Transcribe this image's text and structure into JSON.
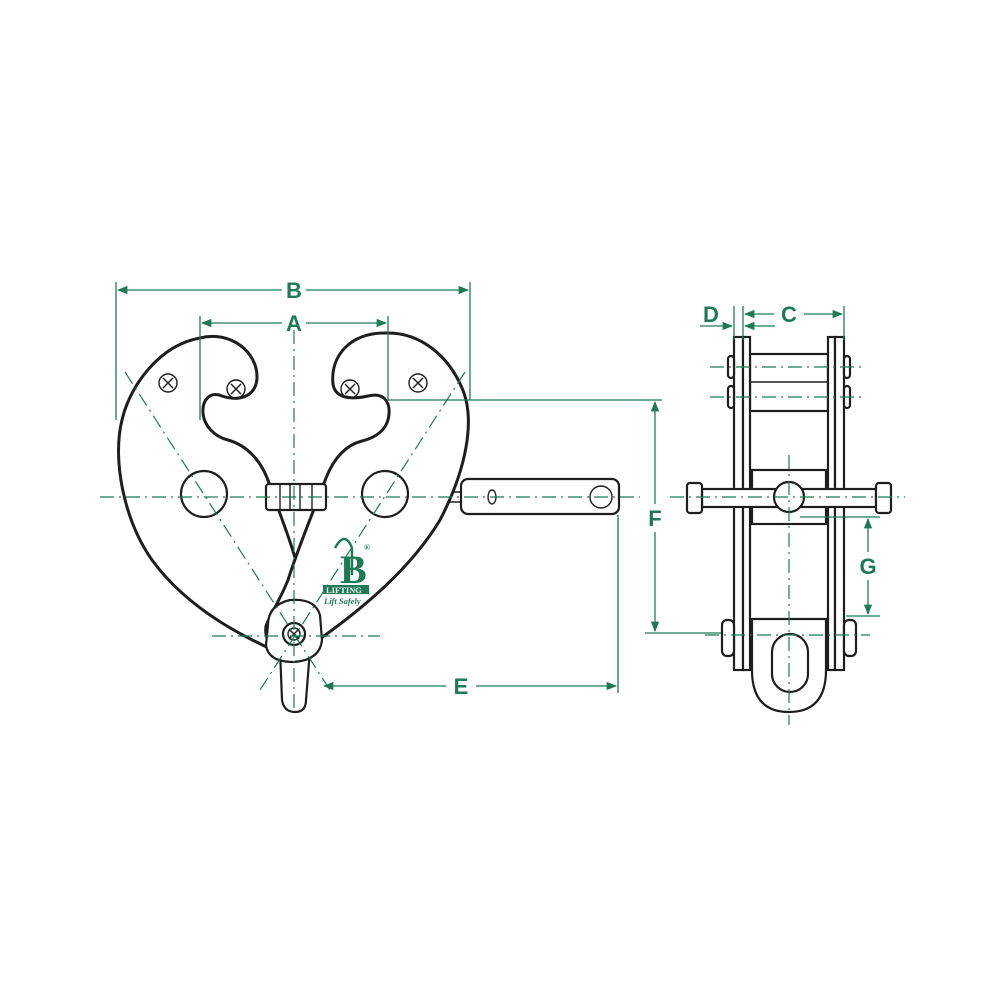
{
  "diagram": {
    "dimension_labels": {
      "a": "A",
      "b": "B",
      "c": "C",
      "d": "D",
      "e": "E",
      "f": "F",
      "g": "G"
    },
    "logo": {
      "mark": "B",
      "registered": "®",
      "brand": "LIFTING",
      "tagline": "Lift Safely"
    },
    "colors": {
      "accent": "#1e7a55",
      "line": "#1e1e1e"
    }
  }
}
